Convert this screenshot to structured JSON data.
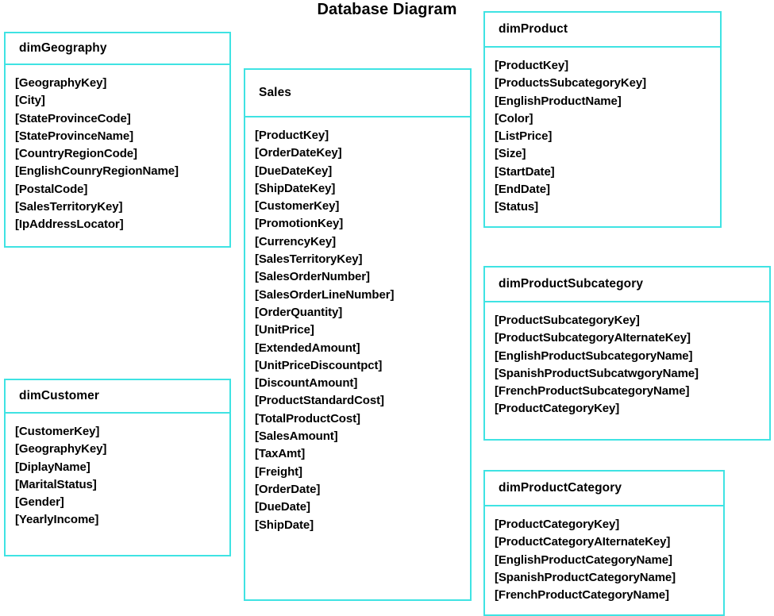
{
  "diagram": {
    "title": "Database Diagram",
    "accent_color": "#3fe3e3",
    "background_color": "#ffffff",
    "text_color": "#000000"
  },
  "entities": [
    {
      "id": "dimGeography",
      "name": "dimGeography",
      "fields": [
        "[GeographyKey]",
        "[City]",
        "[StateProvinceCode]",
        "[StateProvinceName]",
        "[CountryRegionCode]",
        "[EnglishCounryRegionName]",
        "[PostalCode]",
        "[SalesTerritoryKey]",
        "[IpAddressLocator]"
      ]
    },
    {
      "id": "dimCustomer",
      "name": "dimCustomer",
      "fields": [
        "[CustomerKey]",
        "[GeographyKey]",
        "[DiplayName]",
        "[MaritalStatus]",
        "[Gender]",
        "[YearlyIncome]"
      ]
    },
    {
      "id": "Sales",
      "name": "Sales",
      "fields": [
        "[ProductKey]",
        "[OrderDateKey]",
        "[DueDateKey]",
        "[ShipDateKey]",
        "[CustomerKey]",
        "[PromotionKey]",
        "[CurrencyKey]",
        "[SalesTerritoryKey]",
        "[SalesOrderNumber]",
        "[SalesOrderLineNumber]",
        "[OrderQuantity]",
        "[UnitPrice]",
        "[ExtendedAmount]",
        "[UnitPriceDiscountpct]",
        "[DiscountAmount]",
        "[ProductStandardCost]",
        "[TotalProductCost]",
        "[SalesAmount]",
        "[TaxAmt]",
        "[Freight]",
        "[OrderDate]",
        "[DueDate]",
        "[ShipDate]"
      ]
    },
    {
      "id": "dimProduct",
      "name": "dimProduct",
      "fields": [
        "[ProductKey]",
        "[ProductsSubcategoryKey]",
        "[EnglishProductName]",
        "[Color]",
        "[ListPrice]",
        "[Size]",
        "[StartDate]",
        "[EndDate]",
        "[Status]"
      ]
    },
    {
      "id": "dimProductSubcategory",
      "name": "dimProductSubcategory",
      "fields": [
        "[ProductSubcategoryKey]",
        "[ProductSubcategoryAIternateKey]",
        "[EnglishProductSubcategoryName]",
        "[SpanishProductSubcatwgoryName]",
        "[FrenchProductSubcategoryName]",
        "[ProductCategoryKey]"
      ]
    },
    {
      "id": "dimProductCategory",
      "name": "dimProductCategory",
      "fields": [
        "[ProductCategoryKey]",
        "[ProductCategoryAIternateKey]",
        "[EnglishProductCategoryName]",
        "[SpanishProductCategoryName]",
        "[FrenchProductCategoryName]"
      ]
    }
  ]
}
